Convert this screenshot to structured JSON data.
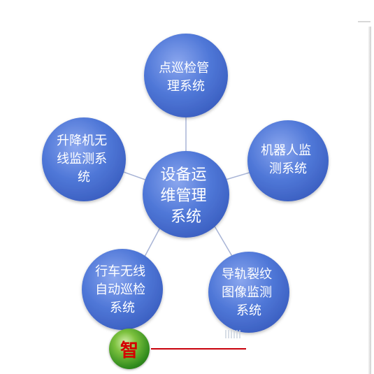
{
  "diagram": {
    "center": {
      "lines": [
        "设备运",
        "维管理",
        "系统"
      ]
    },
    "satellites": [
      {
        "lines": [
          "点巡检管",
          "理系统"
        ]
      },
      {
        "lines": [
          "机器人监",
          "测系统"
        ]
      },
      {
        "lines": [
          "导轨裂纹",
          "图像监测",
          "系统"
        ]
      },
      {
        "lines": [
          "行车无线",
          "自动巡检",
          "系统"
        ]
      },
      {
        "lines": [
          "升降机无",
          "线监测系",
          "统"
        ]
      }
    ]
  },
  "logo": {
    "char": "智"
  },
  "colors": {
    "node_fill_light": "#7d9be8",
    "node_fill_dark": "#3a62c8",
    "connector": "#a8b4d6",
    "logo_red": "#d40000"
  }
}
